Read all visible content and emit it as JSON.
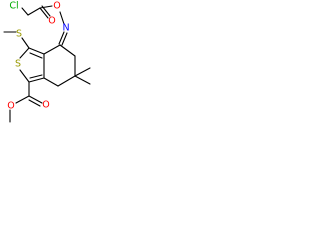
{
  "molecule": {
    "colors": {
      "carbon": "#000000",
      "heteroatom_dark": "#000000",
      "chlorine": "#00aa00",
      "nitrogen": "#0000ff",
      "oxygen": "#ff0000",
      "sulfur": "#999900"
    },
    "atoms": {
      "cl": "Cl",
      "o_acyl": "O",
      "o_ester_link": "O",
      "n_oxime": "N",
      "s_thio": "S",
      "s_ring": "S",
      "o_ester_carbonyl": "O",
      "o_ester_methoxy": "O"
    }
  }
}
